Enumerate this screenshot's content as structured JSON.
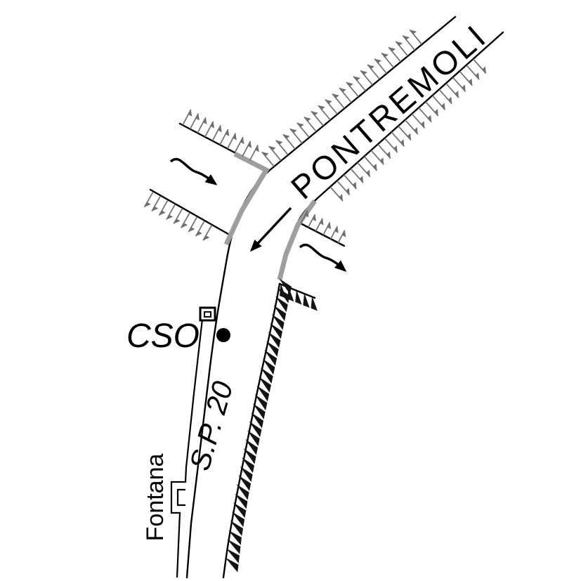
{
  "map": {
    "background": "#ffffff",
    "labels": {
      "destination_road": "PONTREMOLI",
      "provincial_road": "S.P. 20",
      "site": "CSO",
      "fountain": "Fontana"
    },
    "colors": {
      "line": "#000000",
      "junction_highlight": "#9e9e9e",
      "hatching": "#6f6f6f",
      "teeth": "#141414"
    },
    "symbols": {
      "site_marker": "filled-circle",
      "building_marker": "double-square",
      "entry_arrow": "wavy-arrow",
      "through_arrow": "straight-arrow",
      "exit_arrow": "wavy-arrow"
    }
  }
}
